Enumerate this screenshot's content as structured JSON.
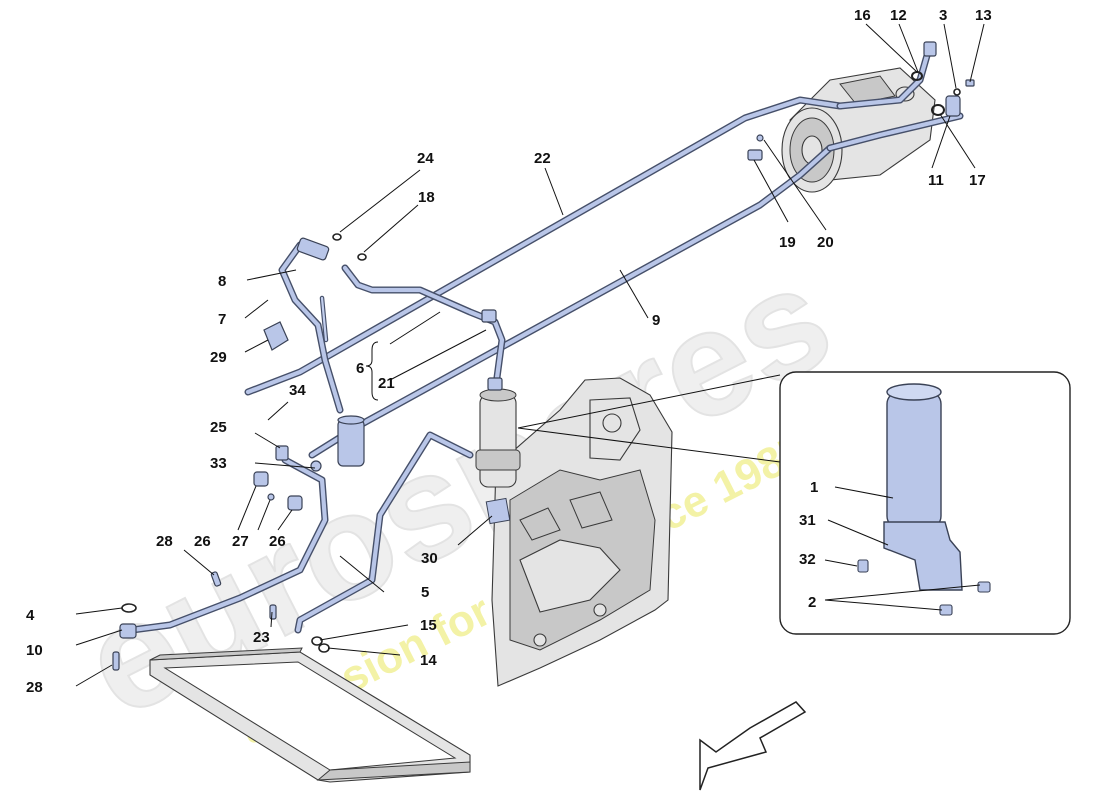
{
  "diagram": {
    "callouts": [
      {
        "id": "c1",
        "text": "1"
      },
      {
        "id": "c2",
        "text": "2"
      },
      {
        "id": "c3",
        "text": "3"
      },
      {
        "id": "c4",
        "text": "4"
      },
      {
        "id": "c5",
        "text": "5"
      },
      {
        "id": "c6",
        "text": "6"
      },
      {
        "id": "c7",
        "text": "7"
      },
      {
        "id": "c8",
        "text": "8"
      },
      {
        "id": "c9",
        "text": "9"
      },
      {
        "id": "c10",
        "text": "10"
      },
      {
        "id": "c11",
        "text": "11"
      },
      {
        "id": "c12",
        "text": "12"
      },
      {
        "id": "c13",
        "text": "13"
      },
      {
        "id": "c14",
        "text": "14"
      },
      {
        "id": "c15",
        "text": "15"
      },
      {
        "id": "c16",
        "text": "16"
      },
      {
        "id": "c17",
        "text": "17"
      },
      {
        "id": "c18",
        "text": "18"
      },
      {
        "id": "c19",
        "text": "19"
      },
      {
        "id": "c20",
        "text": "20"
      },
      {
        "id": "c21",
        "text": "21"
      },
      {
        "id": "c22",
        "text": "22"
      },
      {
        "id": "c23",
        "text": "23"
      },
      {
        "id": "c24",
        "text": "24"
      },
      {
        "id": "c25",
        "text": "25"
      },
      {
        "id": "c26a",
        "text": "26"
      },
      {
        "id": "c26b",
        "text": "26"
      },
      {
        "id": "c27",
        "text": "27"
      },
      {
        "id": "c28a",
        "text": "28"
      },
      {
        "id": "c28b",
        "text": "28"
      },
      {
        "id": "c29",
        "text": "29"
      },
      {
        "id": "c30",
        "text": "30"
      },
      {
        "id": "c31",
        "text": "31"
      },
      {
        "id": "c32",
        "text": "32"
      },
      {
        "id": "c33",
        "text": "33"
      },
      {
        "id": "c34",
        "text": "34"
      }
    ]
  },
  "watermark": {
    "brand": "eurospares",
    "tagline": "a passion for parts since 1985"
  },
  "colors": {
    "pipe_fill": "#b9c6e8",
    "pipe_outline": "#46506a",
    "watermark_grey": "#ececec",
    "watermark_yellow": "#f3f2a6"
  }
}
